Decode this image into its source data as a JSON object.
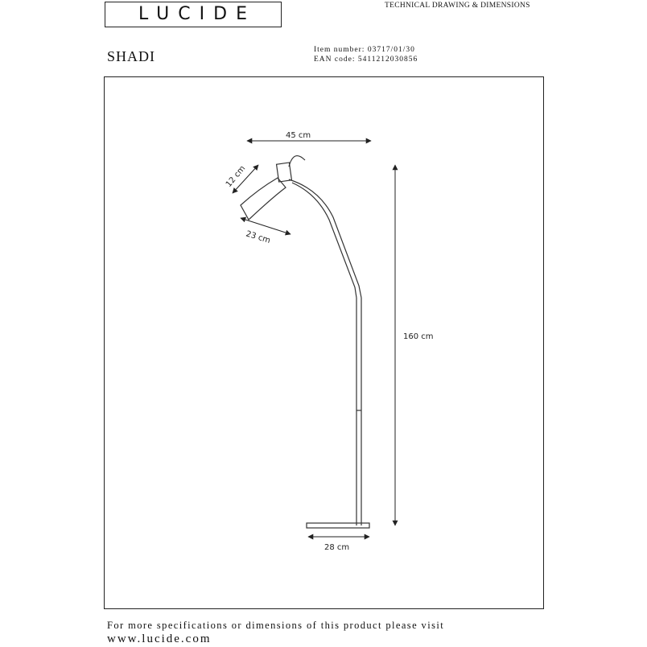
{
  "brand": {
    "logo_text": "LUCIDE"
  },
  "header": {
    "title": "TECHNICAL DRAWING & DIMENSIONS"
  },
  "product": {
    "name": "SHADI",
    "item_number": "Item number: 03717/01/30",
    "ean_code": "EAN code: 5411212030856"
  },
  "dimensions": {
    "width": "45 cm",
    "shade_height": "12 cm",
    "shade_diameter": "23 cm",
    "height": "160 cm",
    "base": "28 cm"
  },
  "footer": {
    "line1": "For more specifications or dimensions of this product please visit",
    "url": "www.lucide.com"
  }
}
